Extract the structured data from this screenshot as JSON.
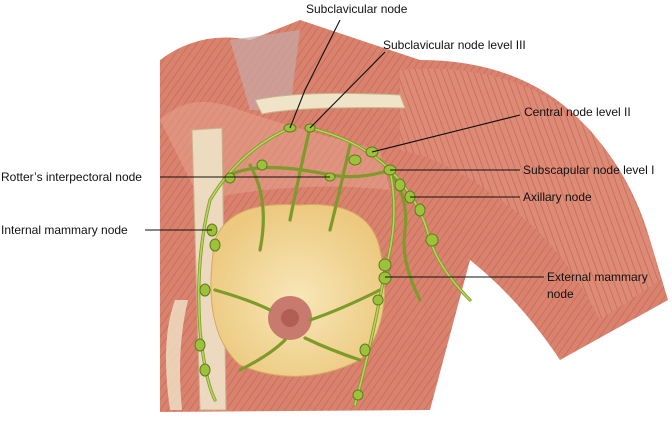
{
  "title": "Lymph nodes of the breast",
  "labels": {
    "subclavicular_node": "Subclavicular node",
    "subclavicular_level_iii": "Subclavicular node level III",
    "central_level_ii": "Central node level II",
    "rotters_interpectoral": "Rotter’s interpectoral node",
    "subscapular_level_i": "Subscapular node level I",
    "axillary": "Axillary node",
    "internal_mammary": "Internal mammary node",
    "external_mammary_line1": "External mammary",
    "external_mammary_line2": "node"
  },
  "colors": {
    "muscle": "#d9836f",
    "muscle_dark": "#b85a4a",
    "breast_fat": "#f4dfa4",
    "lymph": "#9cc23b",
    "bone": "#efe3c8"
  }
}
